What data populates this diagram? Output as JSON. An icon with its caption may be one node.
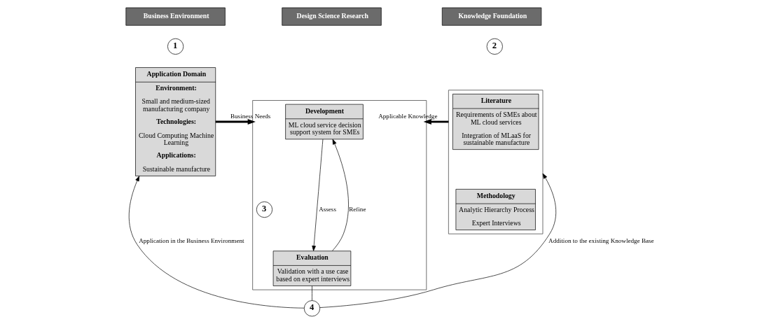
{
  "diagram": {
    "nodes": [
      {
        "text": [
          "Business Environment"
        ]
      },
      {
        "text": [
          "Design Science Research"
        ]
      },
      {
        "text": [
          "Knowledge Foundation"
        ]
      },
      {
        "text": [
          "1"
        ]
      },
      {
        "text": [
          "Application Domain",
          "Environment:",
          "Small and medium-sized manufacturing company",
          "Technologies:",
          "Cloud Computing Machine Learning",
          "Applications:",
          "Sustainable manufacture"
        ]
      },
      {
        "text": [],
        "shape": "box"
      },
      {
        "text": [
          "Development",
          "ML cloud service decision support system for SMEs"
        ],
        "in": 5
      },
      {
        "text": [
          "3"
        ],
        "in": 5
      },
      {
        "text": [
          "Evaluation",
          "Validation with a use case based on expert interviews"
        ],
        "in": 5
      },
      {
        "text": [
          "2"
        ]
      },
      {
        "text": [],
        "shape": "box"
      },
      {
        "text": [
          "Literature",
          "Requirements of SMEs about ML cloud services",
          "Integration of MLaaS for sustainable manufacture"
        ],
        "in": 10
      },
      {
        "text": [
          "Methodology",
          "Analytic Hierarchy Process",
          "Expert Interviews"
        ],
        "in": 10
      },
      {
        "text": [
          "4"
        ]
      }
    ],
    "edges": [
      {
        "from": 4,
        "to": 5,
        "arrow": "to",
        "label": "Business Needs",
        "style": "thick"
      },
      {
        "from": 10,
        "to": 5,
        "arrow": "to",
        "label": "Applicable Knowledge",
        "style": "thick"
      },
      {
        "from": 6,
        "to": 8,
        "arrow": "to",
        "label": "Assess"
      },
      {
        "from": 8,
        "to": 6,
        "arrow": "to",
        "label": "Refine"
      },
      {
        "from": 8,
        "to": 13,
        "arrow": "none"
      },
      {
        "from": 13,
        "to": 4,
        "arrow": "to",
        "label": "Application in the Business Environment"
      },
      {
        "from": 13,
        "to": 10,
        "arrow": "to",
        "label": "Addition to the existing Knowledge Base"
      }
    ]
  }
}
